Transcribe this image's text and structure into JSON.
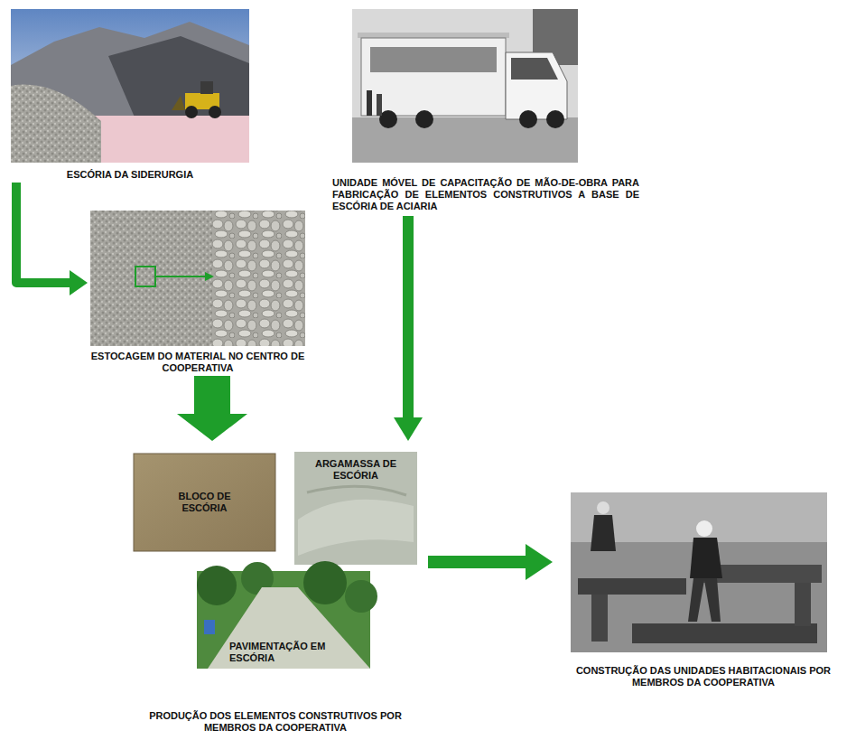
{
  "diagram": {
    "nodes": [
      {
        "text": [
          "ESCÓRIA DA SIDERURGIA"
        ]
      },
      {
        "text": [
          "UNIDADE MÓVEL DE CAPACITAÇÃO DE MÃO-DE-OBRA PARA FABRICAÇÃO DE ELEMENTOS CONSTRUTIVOS A BASE DE ESCÓRIA DE ACIARIA"
        ]
      },
      {
        "text": [
          "ESTOCAGEM DO MATERIAL NO CENTRO DE COOPERATIVA"
        ]
      },
      {
        "text": [
          "PRODUÇÃO DOS ELEMENTOS CONSTRUTIVOS POR MEMBROS DA COOPERATIVA"
        ]
      },
      {
        "text": [
          "BLOCO DE ESCÓRIA"
        ],
        "in": 3
      },
      {
        "text": [
          "ARGAMASSA DE ESCÓRIA"
        ],
        "in": 3
      },
      {
        "text": [
          "PAVIMENTAÇÃO EM ESCÓRIA"
        ],
        "in": 3
      },
      {
        "text": [
          "CONSTRUÇÃO DAS UNIDADES HABITACIONAIS POR MEMBROS DA COOPERATIVA"
        ]
      }
    ],
    "edges": [
      {
        "from": 0,
        "to": 2,
        "arrow": "to"
      },
      {
        "from": 2,
        "to": 3,
        "arrow": "to"
      },
      {
        "from": 1,
        "to": 3,
        "arrow": "to"
      },
      {
        "from": 3,
        "to": 7,
        "arrow": "to"
      }
    ]
  }
}
